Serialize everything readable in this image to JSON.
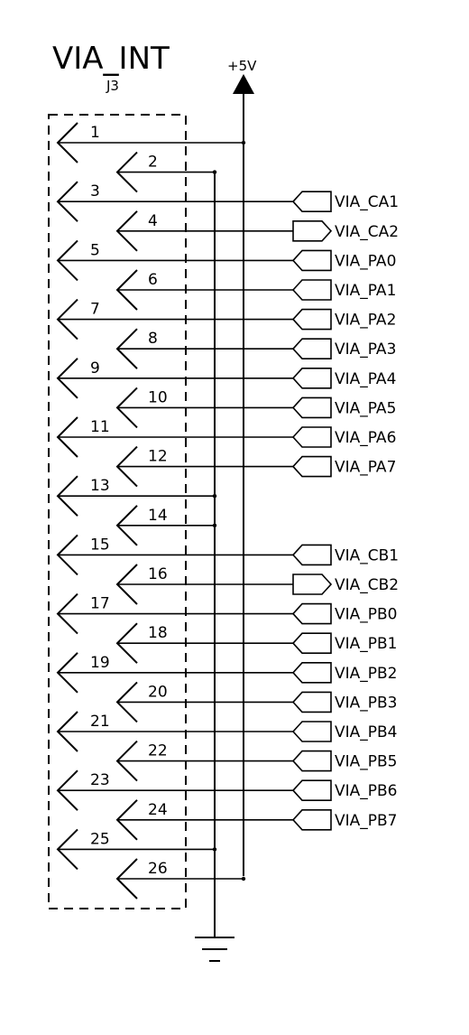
{
  "component": {
    "name": "VIA_INT",
    "ref": "J3"
  },
  "power": {
    "label": "+5V"
  },
  "pins": [
    "1",
    "2",
    "3",
    "4",
    "5",
    "6",
    "7",
    "8",
    "9",
    "10",
    "11",
    "12",
    "13",
    "14",
    "15",
    "16",
    "17",
    "18",
    "19",
    "20",
    "21",
    "22",
    "23",
    "24",
    "25",
    "26"
  ],
  "nets": [
    {
      "pin": "3",
      "label": "VIA_CA1",
      "dir": "in"
    },
    {
      "pin": "4",
      "label": "VIA_CA2",
      "dir": "out"
    },
    {
      "pin": "5",
      "label": "VIA_PA0",
      "dir": "bi"
    },
    {
      "pin": "6",
      "label": "VIA_PA1",
      "dir": "bi"
    },
    {
      "pin": "7",
      "label": "VIA_PA2",
      "dir": "bi"
    },
    {
      "pin": "8",
      "label": "VIA_PA3",
      "dir": "bi"
    },
    {
      "pin": "9",
      "label": "VIA_PA4",
      "dir": "bi"
    },
    {
      "pin": "10",
      "label": "VIA_PA5",
      "dir": "bi"
    },
    {
      "pin": "11",
      "label": "VIA_PA6",
      "dir": "bi"
    },
    {
      "pin": "12",
      "label": "VIA_PA7",
      "dir": "bi"
    },
    {
      "pin": "15",
      "label": "VIA_CB1",
      "dir": "in"
    },
    {
      "pin": "16",
      "label": "VIA_CB2",
      "dir": "out"
    },
    {
      "pin": "17",
      "label": "VIA_PB0",
      "dir": "bi"
    },
    {
      "pin": "18",
      "label": "VIA_PB1",
      "dir": "bi"
    },
    {
      "pin": "19",
      "label": "VIA_PB2",
      "dir": "bi"
    },
    {
      "pin": "20",
      "label": "VIA_PB3",
      "dir": "bi"
    },
    {
      "pin": "21",
      "label": "VIA_PB4",
      "dir": "bi"
    },
    {
      "pin": "22",
      "label": "VIA_PB5",
      "dir": "bi"
    },
    {
      "pin": "23",
      "label": "VIA_PB6",
      "dir": "bi"
    },
    {
      "pin": "24",
      "label": "VIA_PB7",
      "dir": "bi"
    }
  ],
  "power_pins": [
    "1",
    "26"
  ],
  "ground_pins": [
    "2",
    "13",
    "14",
    "25"
  ]
}
